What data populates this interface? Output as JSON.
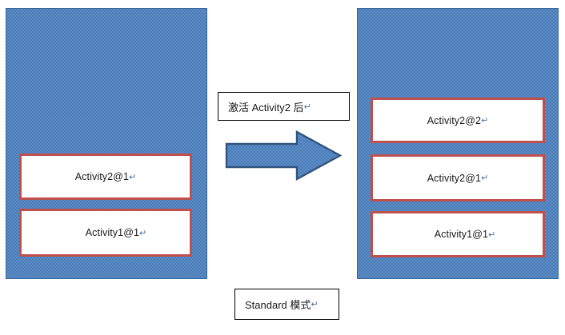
{
  "diagram": {
    "title_note": "Android Activity launch mode illustration",
    "colors": {
      "panel_fill": "#4a7ebb",
      "panel_border": "#3a6698",
      "box_border": "#c0504d",
      "box_fill": "#ffffff",
      "arrow_fill": "#4a7ebb",
      "arrow_border": "#31557f",
      "callout_border": "#000000",
      "text": "#1a1a1a"
    },
    "return_mark": "↵",
    "panel_before": {
      "name": "task-stack-before",
      "boxes": [
        {
          "label": "Activity2@1",
          "mark": "↵"
        },
        {
          "label": "Activity1@1",
          "mark": "↵"
        }
      ]
    },
    "panel_after": {
      "name": "task-stack-after",
      "boxes": [
        {
          "label": "Activity2@2",
          "mark": "↵"
        },
        {
          "label": "Activity2@1",
          "mark": "↵"
        },
        {
          "label": "Activity1@1",
          "mark": "↵"
        }
      ]
    },
    "arrow": {
      "name": "transition-arrow",
      "direction": "right"
    },
    "callouts": {
      "activate": {
        "text": "激活 Activity2 后",
        "mark": "↵"
      },
      "mode": {
        "text": "Standard 模式",
        "mark": "↵"
      }
    }
  }
}
